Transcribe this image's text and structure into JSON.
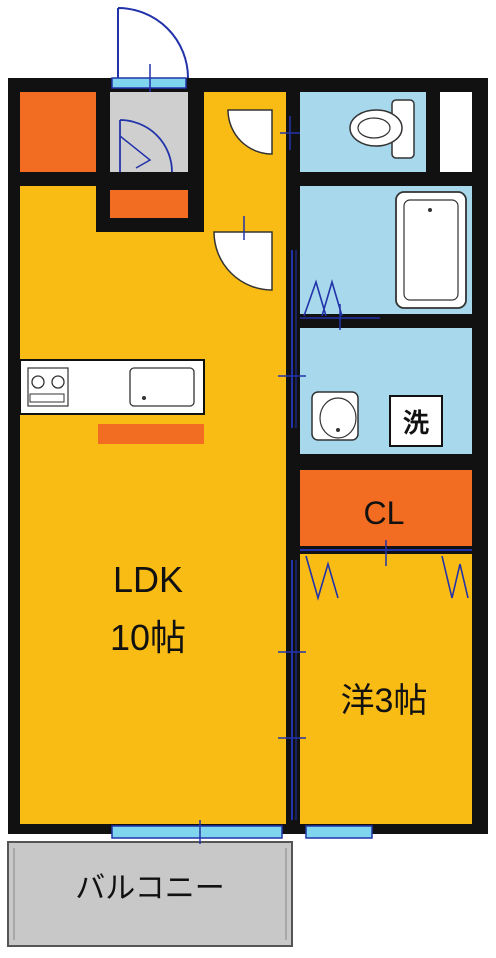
{
  "floor_plan": {
    "rooms": {
      "ldk_name": "LDK",
      "ldk_size": "10帖",
      "western_room": "洋3帖",
      "closet": "CL",
      "washer": "洗",
      "balcony": "バルコニー"
    },
    "colors": {
      "room_floor": "#F9BC15",
      "storage": "#F26D21",
      "wet_area": "#A8D8EC",
      "wall": "#111111",
      "balcony": "#C8C8C8",
      "window": "#7FD4EE"
    }
  }
}
